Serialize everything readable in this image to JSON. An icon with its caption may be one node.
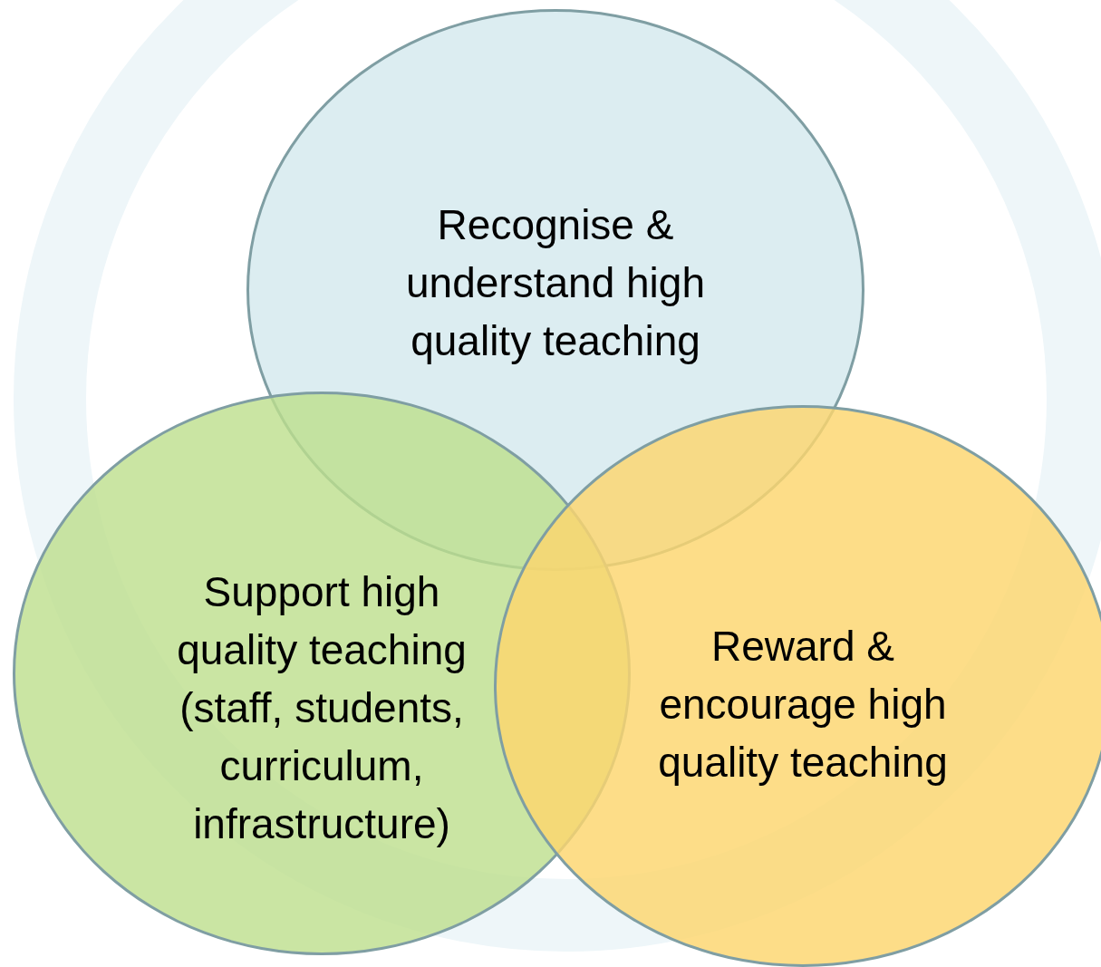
{
  "diagram": {
    "nodes": [
      {
        "text": [
          "Recognise & understand high quality teaching"
        ]
      },
      {
        "text": [
          "Support high quality teaching (staff, students, curriculum, infrastructure)"
        ]
      },
      {
        "text": [
          "Reward & encourage high quality teaching"
        ]
      }
    ]
  }
}
